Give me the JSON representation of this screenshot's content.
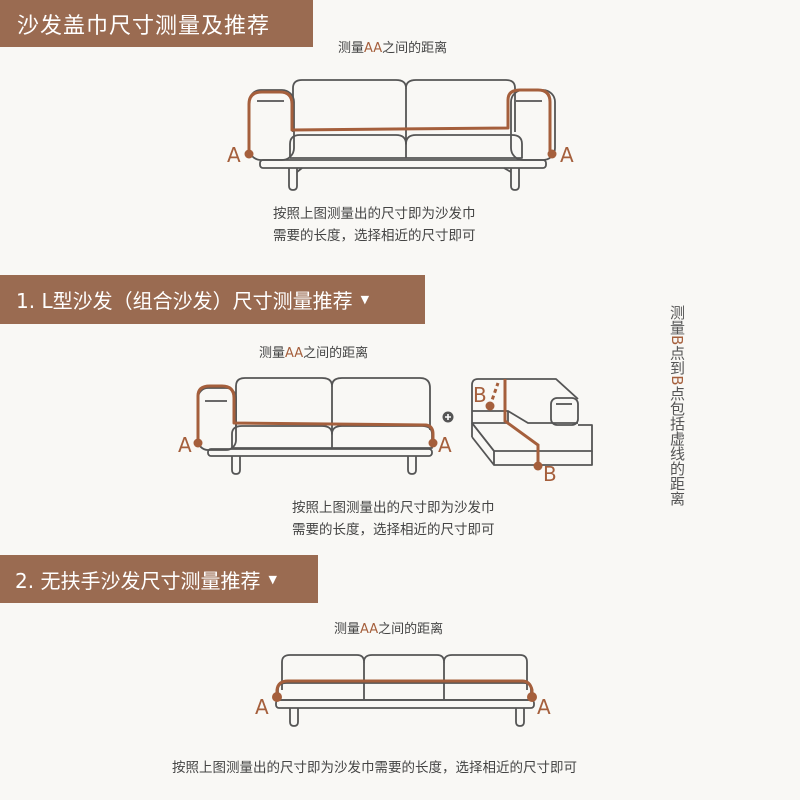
{
  "header": {
    "title": "沙发盖巾尺寸测量及推荐"
  },
  "section_main": {
    "caption_prefix": "测量",
    "caption_highlight": "AA",
    "caption_suffix": "之间的距离",
    "point_label_left": "A",
    "point_label_right": "A",
    "note_line1": "按照上图测量出的尺寸即为沙发巾",
    "note_line2": "需要的长度，选择相近的尺寸即可"
  },
  "section_1": {
    "title": "1. L型沙发（组合沙发）尺寸测量推荐",
    "dropdown_glyph": "▼",
    "caption_prefix": "测量",
    "caption_highlight": "AA",
    "caption_suffix": "之间的距离",
    "point_label_a_left": "A",
    "point_label_a_right": "A",
    "point_label_b_top": "B",
    "point_label_b_bottom": "B",
    "plus_glyph": "+",
    "side_note_part1": "测量",
    "side_note_b1": "B",
    "side_note_part2": "点到",
    "side_note_b2": "B",
    "side_note_part3": "点包括虚线的距离",
    "note_line1": "按照上图测量出的尺寸即为沙发巾",
    "note_line2": "需要的长度，选择相近的尺寸即可"
  },
  "section_2": {
    "title": "2. 无扶手沙发尺寸测量推荐",
    "dropdown_glyph": "▼",
    "caption_prefix": "测量",
    "caption_highlight": "AA",
    "caption_suffix": "之间的距离",
    "point_label_left": "A",
    "point_label_right": "A",
    "note_line1": "按照上图测量出的尺寸即为沙发巾需要的长度，选择相近的尺寸即可"
  },
  "colors": {
    "banner": "#9a6b51",
    "accent": "#a55f3c",
    "background": "#f9f8f5",
    "line": "#555555"
  }
}
